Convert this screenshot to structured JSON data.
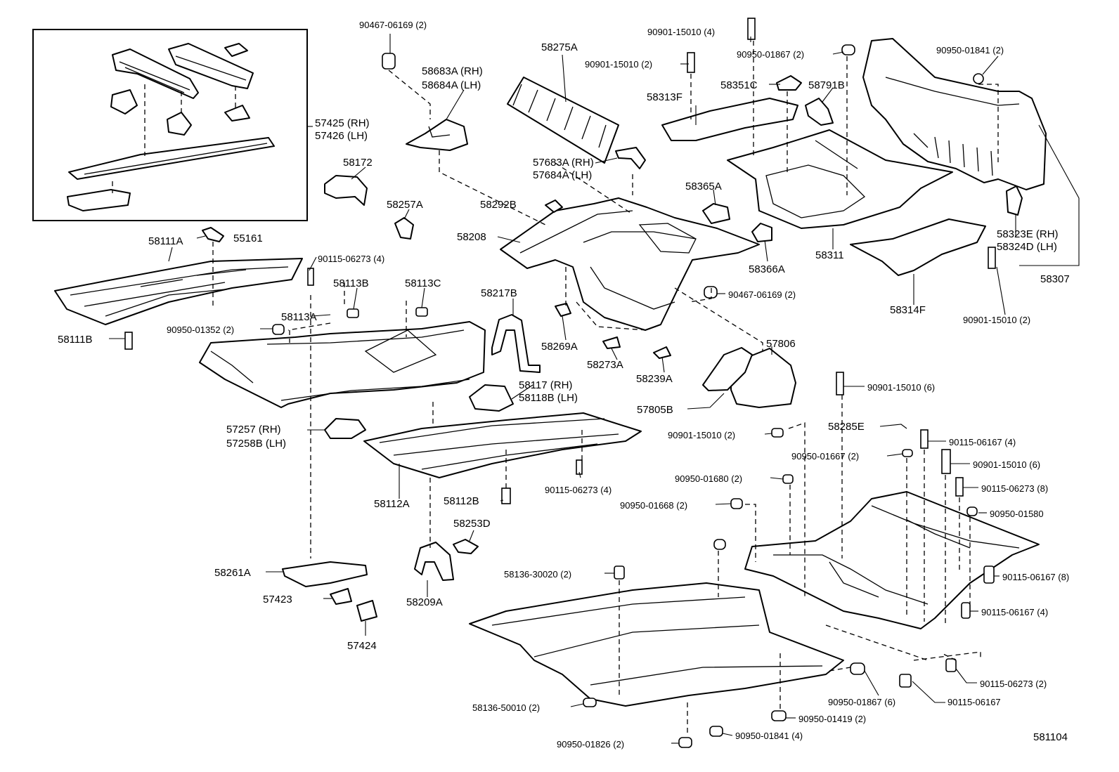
{
  "diagram_code": "581104",
  "labels": {
    "l01": "90467-06169 (2)",
    "l02": "58683A (RH)",
    "l03": "58684A (LH)",
    "l04": "58275A",
    "l05": "90901-15010 (4)",
    "l06": "90901-15010 (2)",
    "l07": "90950-01867 (2)",
    "l08": "90950-01841 (2)",
    "l09": "58313F",
    "l10": "58351C",
    "l11": "58791B",
    "l12": "57425 (RH)",
    "l13": "57426 (LH)",
    "l14": "57683A (RH)",
    "l15": "57684A (LH)",
    "l16": "58172",
    "l17": "58257A",
    "l18": "58292B",
    "l19": "58365A",
    "l20": "58111A",
    "l21": "55161",
    "l22": "58208",
    "l23": "90115-06273 (4)",
    "l24": "58366A",
    "l25": "58311",
    "l26": "58323E (RH)",
    "l27": "58324D (LH)",
    "l28": "58307",
    "l29": "58113B",
    "l30": "58113C",
    "l31": "58217B",
    "l32": "90467-06169 (2)",
    "l33": "58113A",
    "l34": "90950-01352 (2)",
    "l35": "58314F",
    "l36": "90901-15010 (2)",
    "l37": "58111B",
    "l38": "58269A",
    "l39": "58273A",
    "l40": "58239A",
    "l41": "57806",
    "l42": "58117 (RH)",
    "l43": "58118B (LH)",
    "l44": "57805B",
    "l45": "90901-15010 (6)",
    "l46": "57257 (RH)",
    "l47": "57258B (LH)",
    "l48": "90901-15010 (2)",
    "l49": "58285E",
    "l50": "90115-06167 (4)",
    "l51": "90950-01667 (2)",
    "l52": "90901-15010 (6)",
    "l53": "90950-01680 (2)",
    "l54": "90115-06273 (4)",
    "l55": "90115-06273 (8)",
    "l56": "58112A",
    "l57": "58112B",
    "l58": "90950-01668 (2)",
    "l59": "90950-01580",
    "l60": "58253D",
    "l61": "58136-30020 (2)",
    "l62": "58261A",
    "l63": "90115-06167 (8)",
    "l64": "57423",
    "l65": "58209A",
    "l66": "90115-06167 (4)",
    "l67": "57424",
    "l68": "90115-06273 (2)",
    "l69": "90950-01867 (6)",
    "l70": "58136-50010 (2)",
    "l71": "90115-06167",
    "l72": "90950-01419 (2)",
    "l73": "90950-01826 (2)",
    "l74": "90950-01841 (4)"
  }
}
